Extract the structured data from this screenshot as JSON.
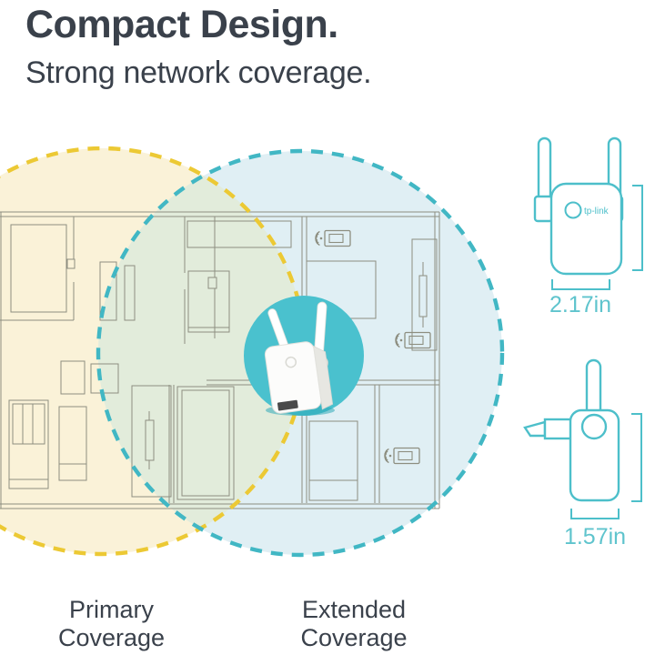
{
  "header": {
    "title": "Compact Design.",
    "subtitle": "Strong network coverage."
  },
  "diagram": {
    "primary_coverage": {
      "label": "Primary Coverage",
      "dash_color": "#ECC934",
      "fill": "#FAF2D8"
    },
    "extended_coverage": {
      "label": "Extended Coverage",
      "dash_color": "#41B7C4",
      "fill": "#E0EFF4"
    },
    "overlap_fill": "#E2ECDB",
    "extender_spot_color": "#4AC1CE",
    "floor_plan_line_color": "#8D8E80",
    "wifi_device_icon_count": 3
  },
  "device": {
    "brand": "tp-link",
    "outline_color": "#4DBFCA",
    "front_view": {
      "width_label": "2.17in"
    },
    "side_view": {
      "width_label": "1.57in"
    }
  },
  "legend": {
    "items": [
      {
        "label": "Primary Coverage",
        "color": "#ECC934",
        "style": "dashed"
      },
      {
        "label": "Extended Coverage",
        "color": "#41B7C4",
        "style": "dashed"
      }
    ]
  },
  "colors": {
    "text_dark": "#3A414B",
    "dimension_text": "#5FC4CD"
  }
}
